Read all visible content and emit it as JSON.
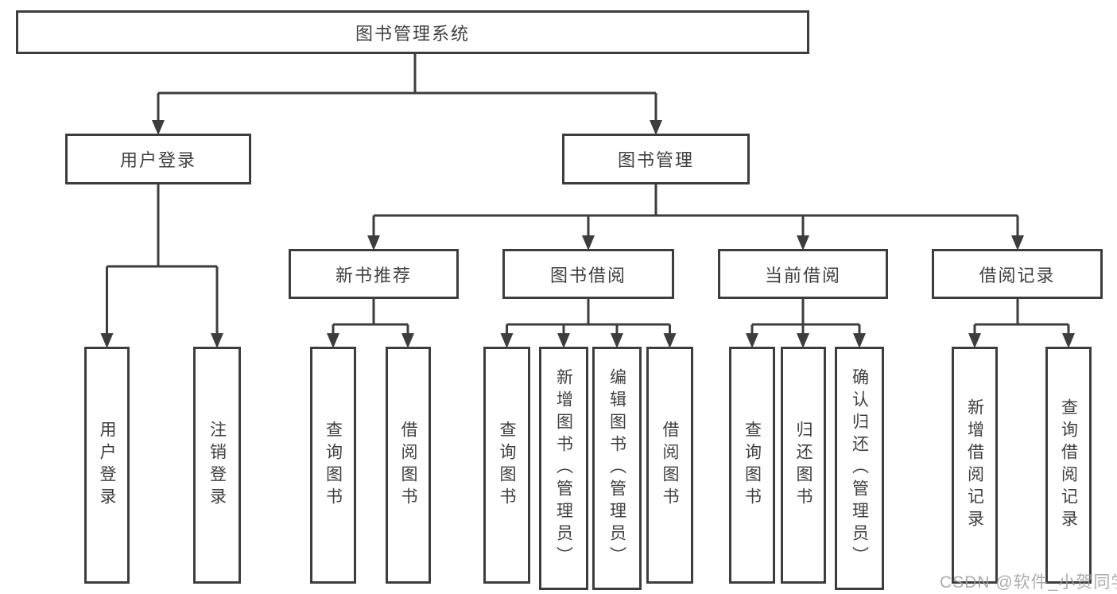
{
  "diagram": {
    "title": "图书管理系统",
    "type": "functional-decomposition-tree",
    "colors": {
      "line": "#3d3d3d",
      "text": "#3f3f3f",
      "background": "#ffffff",
      "watermark": "#9e9e9e"
    },
    "tree": {
      "root": {
        "label": "图书管理系统",
        "children": [
          {
            "label": "用户登录",
            "children": [
              {
                "label": "用户登录"
              },
              {
                "label": "注销登录"
              }
            ]
          },
          {
            "label": "图书管理",
            "children": [
              {
                "label": "新书推荐",
                "children": [
                  {
                    "label": "查询图书"
                  },
                  {
                    "label": "借阅图书"
                  }
                ]
              },
              {
                "label": "图书借阅",
                "children": [
                  {
                    "label": "查询图书"
                  },
                  {
                    "label": "新增图书（管理员）"
                  },
                  {
                    "label": "编辑图书（管理员）"
                  },
                  {
                    "label": "借阅图书"
                  }
                ]
              },
              {
                "label": "当前借阅",
                "children": [
                  {
                    "label": "查询图书"
                  },
                  {
                    "label": "归还图书"
                  },
                  {
                    "label": "确认归还（管理员）"
                  }
                ]
              },
              {
                "label": "借阅记录",
                "children": [
                  {
                    "label": "新增借阅记录"
                  },
                  {
                    "label": "查询借阅记录"
                  }
                ]
              }
            ]
          }
        ]
      }
    },
    "watermark": {
      "text": "CSDN @软件_小贺同学"
    }
  }
}
